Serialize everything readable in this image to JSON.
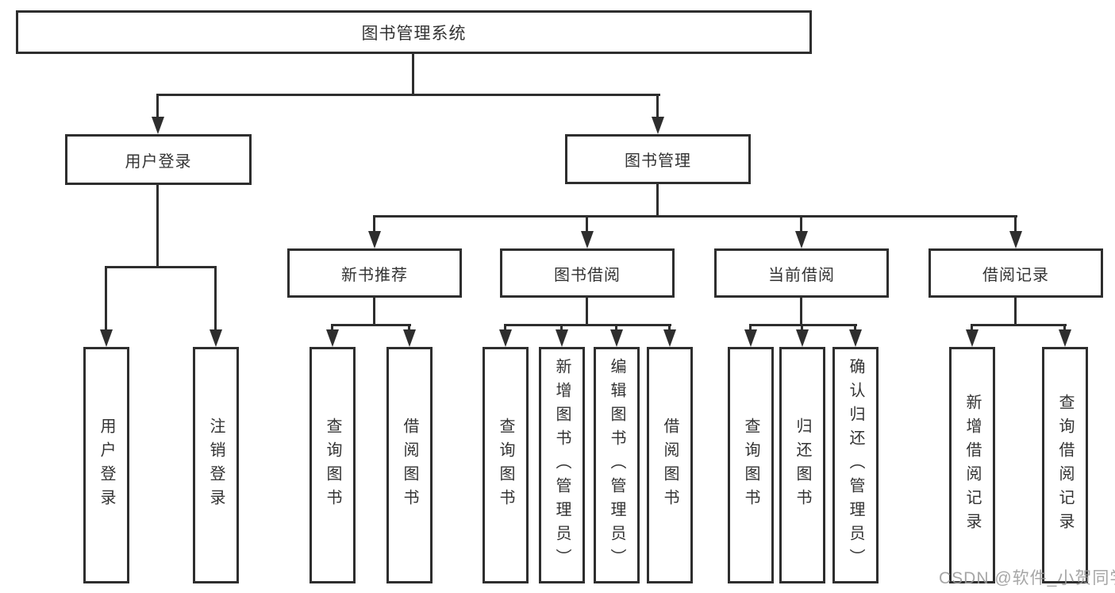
{
  "diagram": {
    "type": "hierarchy-tree",
    "colors": {
      "line": "#2e2e2e",
      "box_border": "#2e2e2e",
      "box_background": "#ffffff",
      "text": "#333333",
      "watermark": "#9a9a9a"
    },
    "tree": {
      "root": "图书管理系统",
      "level2": [
        {
          "label": "用户登录",
          "children": [
            {
              "label": "用户登录"
            },
            {
              "label": "注销登录"
            }
          ]
        },
        {
          "label": "图书管理",
          "children": [
            {
              "label": "新书推荐",
              "children": [
                {
                  "label": "查询图书"
                },
                {
                  "label": "借阅图书"
                }
              ]
            },
            {
              "label": "图书借阅",
              "children": [
                {
                  "label": "查询图书"
                },
                {
                  "label": "新增图书（管理员）"
                },
                {
                  "label": "编辑图书（管理员）"
                },
                {
                  "label": "借阅图书"
                }
              ]
            },
            {
              "label": "当前借阅",
              "children": [
                {
                  "label": "查询图书"
                },
                {
                  "label": "归还图书"
                },
                {
                  "label": "确认归还（管理员）"
                }
              ]
            },
            {
              "label": "借阅记录",
              "children": [
                {
                  "label": "新增借阅记录"
                },
                {
                  "label": "查询借阅记录"
                }
              ]
            }
          ]
        }
      ]
    },
    "watermark": {
      "text": "CSDN @软件_小贺同学"
    }
  }
}
